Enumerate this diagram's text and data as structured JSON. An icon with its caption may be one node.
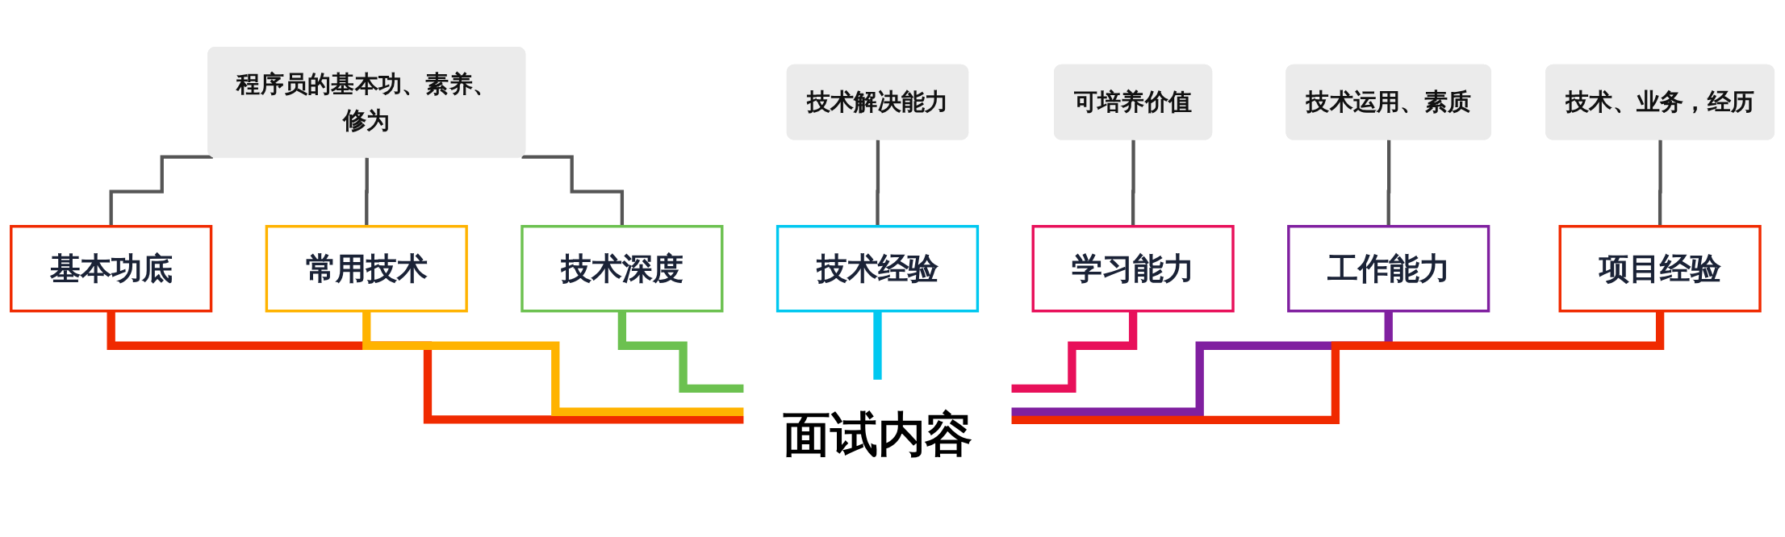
{
  "diagram": {
    "nodes": [
      {
        "text": [
          "程序员的基本功、素养、修为"
        ]
      },
      {
        "text": [
          "技术解决能力"
        ]
      },
      {
        "text": [
          "可培养价值"
        ]
      },
      {
        "text": [
          "技术运用、素质"
        ]
      },
      {
        "text": [
          "技术、业务，经历"
        ]
      },
      {
        "text": [
          "基本功底"
        ]
      },
      {
        "text": [
          "常用技术"
        ]
      },
      {
        "text": [
          "技术深度"
        ]
      },
      {
        "text": [
          "技术经验"
        ]
      },
      {
        "text": [
          "学习能力"
        ]
      },
      {
        "text": [
          "工作能力"
        ]
      },
      {
        "text": [
          "项目经验"
        ]
      },
      {
        "text": [
          "面试内容"
        ]
      }
    ],
    "edges": [
      {
        "from": 12,
        "to": 5,
        "arrow": "none",
        "style": "thick",
        "color": "#f02a00"
      },
      {
        "from": 12,
        "to": 6,
        "arrow": "none",
        "style": "thick",
        "color": "#ffb300"
      },
      {
        "from": 12,
        "to": 7,
        "arrow": "none",
        "style": "thick",
        "color": "#6cc150"
      },
      {
        "from": 12,
        "to": 8,
        "arrow": "none",
        "style": "thick",
        "color": "#00c8f0"
      },
      {
        "from": 12,
        "to": 9,
        "arrow": "none",
        "style": "thick",
        "color": "#e8105a"
      },
      {
        "from": 12,
        "to": 10,
        "arrow": "none",
        "style": "thick",
        "color": "#8020a0"
      },
      {
        "from": 12,
        "to": 11,
        "arrow": "none",
        "style": "thick",
        "color": "#f02a00"
      },
      {
        "from": 5,
        "to": 0,
        "arrow": "none",
        "color": "#555555"
      },
      {
        "from": 6,
        "to": 0,
        "arrow": "none",
        "color": "#555555"
      },
      {
        "from": 7,
        "to": 0,
        "arrow": "none",
        "color": "#555555"
      },
      {
        "from": 8,
        "to": 1,
        "arrow": "none",
        "color": "#555555"
      },
      {
        "from": 9,
        "to": 2,
        "arrow": "none",
        "color": "#555555"
      },
      {
        "from": 10,
        "to": 3,
        "arrow": "none",
        "color": "#555555"
      },
      {
        "from": 11,
        "to": 4,
        "arrow": "none",
        "color": "#555555"
      }
    ]
  }
}
